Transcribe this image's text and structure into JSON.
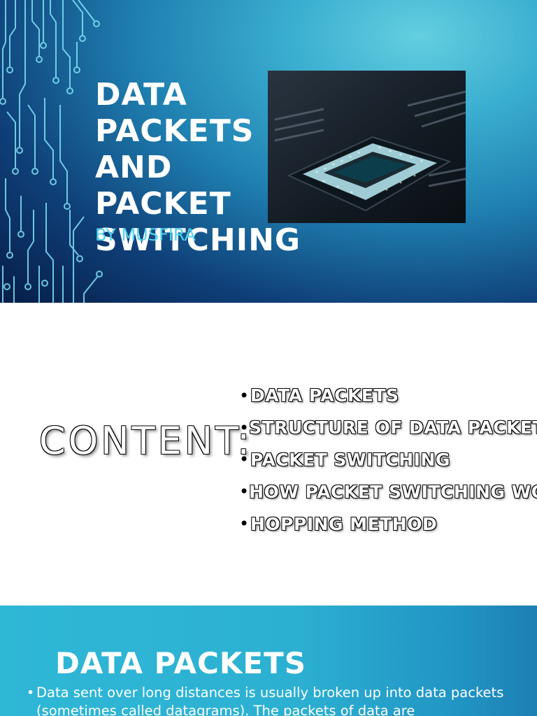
{
  "slide1": {
    "title_lines": [
      "DATA",
      "PACKETS",
      "AND",
      "PACKET",
      "SWITCHING"
    ],
    "byline": "BY MUSFIRA",
    "image": "circuit-chip-image"
  },
  "slide2": {
    "heading": "CONTENT:",
    "bullets": [
      "DATA PACKETS",
      "STRUCTURE OF DATA PACKETS",
      "PACKET SWITCHING",
      "HOW PACKET SWITCHING WORKS",
      "HOPPING METHOD"
    ]
  },
  "slide3": {
    "heading": "DATA PACKETS",
    "body": "Data sent over long distances is usually broken up into data packets (sometimes called datagrams). The packets of data are"
  },
  "colors": {
    "slide1_bg": "#1f7fb0",
    "byline": "#4fd6ef",
    "slide3_bg": "#2fb7d6"
  }
}
